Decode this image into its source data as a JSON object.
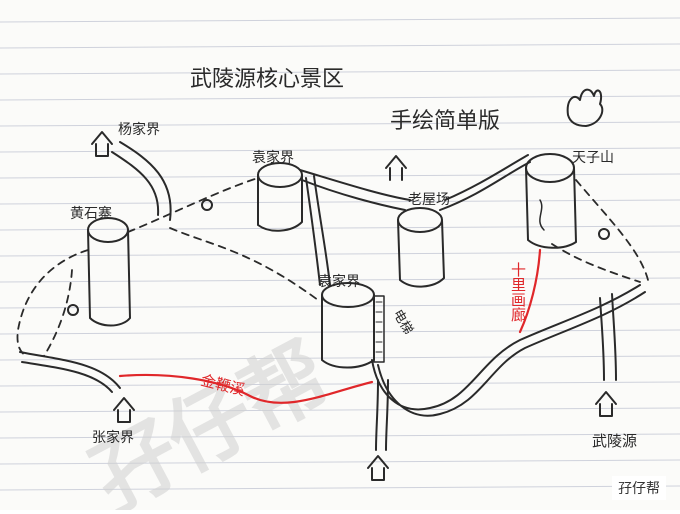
{
  "map": {
    "title": "武陵源核心景区",
    "subtitle": "手绘简单版",
    "places": {
      "yangjiajie": "杨家界",
      "huangshizhai": "黄石寨",
      "yangjiajie_upper": "袁家界",
      "laowuchang": "老屋场",
      "tianzishan": "天子山",
      "yuanjiajie": "袁家界",
      "elevator": "电梯",
      "zhangjiajie": "张家界",
      "wulingyuan": "武陵源"
    },
    "routes": {
      "golden_whip": "金鞭溪",
      "ten_mile_gallery": "十里画廊"
    },
    "colors": {
      "ink": "#2a2a2a",
      "red_route": "#e0272a",
      "paper_line": "#cfd2dc",
      "margin_line": "#e8a7a7"
    }
  },
  "watermark": {
    "big": "孖仔帮",
    "corner": "孖仔帮"
  }
}
